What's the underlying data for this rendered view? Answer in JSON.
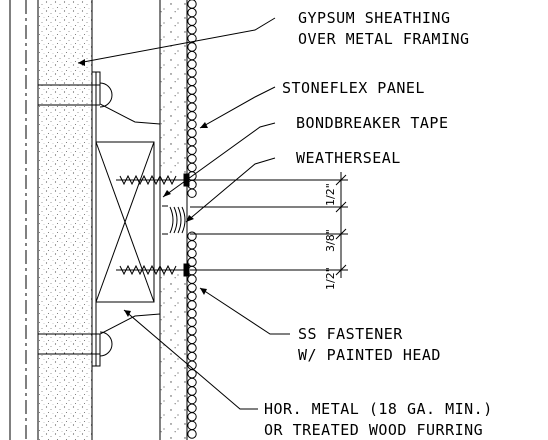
{
  "callouts": {
    "gypsum": [
      "GYPSUM SHEATHING",
      "OVER METAL FRAMING"
    ],
    "stoneflex": "STONEFLEX PANEL",
    "bondbreaker": "BONDBREAKER TAPE",
    "weatherseal": "WEATHERSEAL",
    "fastener": [
      "SS FASTENER",
      "W/ PAINTED HEAD"
    ],
    "furring": [
      "HOR. METAL (18 GA. MIN.)",
      "OR TREATED WOOD FURRING"
    ]
  },
  "dimensions": {
    "top": "1/2\"",
    "middle": "3/8\"",
    "bottom": "1/2\""
  }
}
